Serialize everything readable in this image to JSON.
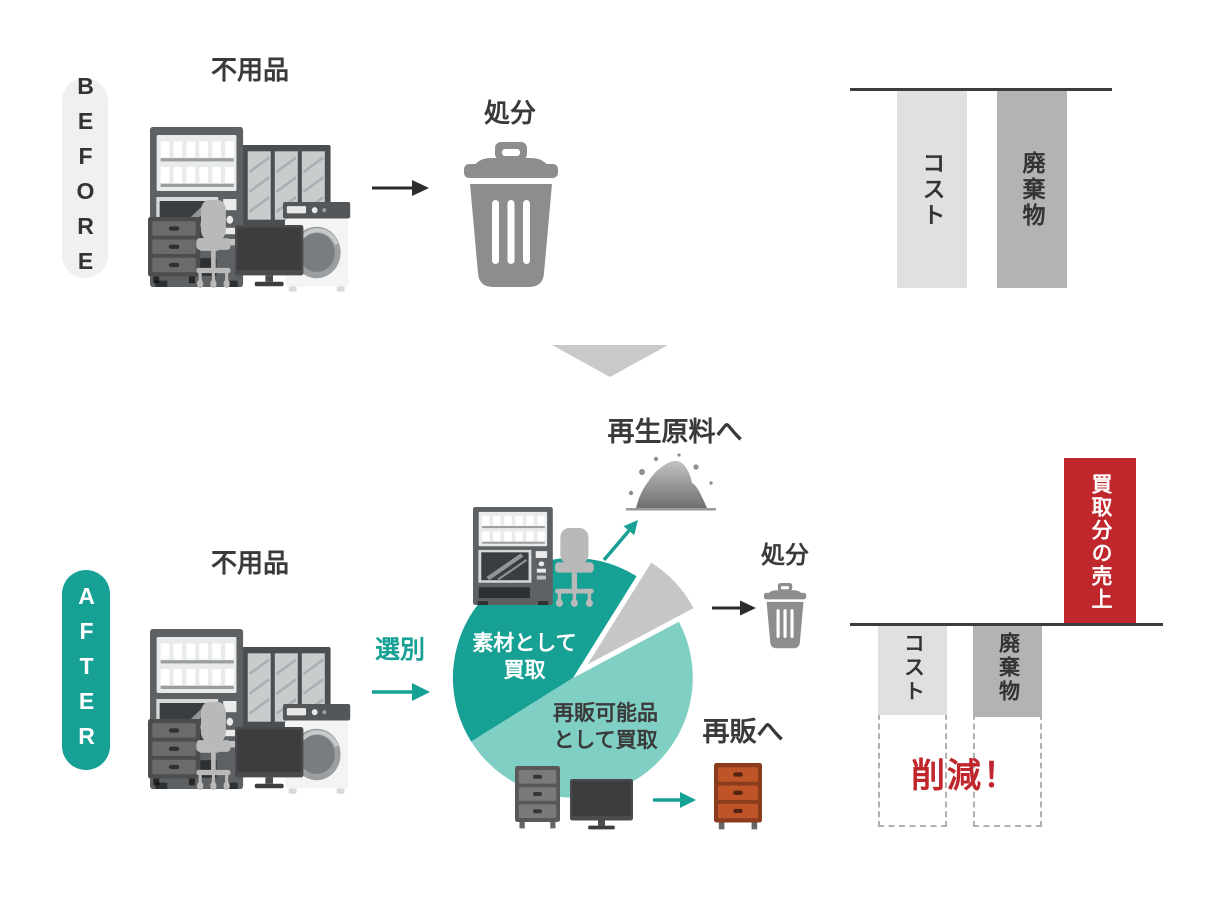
{
  "title": "不用品処分のBEFORE/AFTER比較図",
  "colors": {
    "teal": "#17a094",
    "teal_light": "#80cfc5",
    "gray_wedge": "#c6c6c6",
    "red_accent": "#c0272d",
    "bar_light_gray": "#e0e0e0",
    "bar_mid_gray": "#b3b3b3",
    "badge_gray_bg": "#f0f0f0",
    "line_dark": "#3d3d3d",
    "trash_gray": "#8d8d8d"
  },
  "before": {
    "badge": "BEFORE",
    "items_label": "不用品",
    "disposal_label": "処分",
    "icons": [
      "unused-items-pile",
      "arrow-right",
      "trash-can"
    ],
    "chart": {
      "bars": [
        {
          "label": "コスト",
          "color": "#e0e0e0",
          "relative_height": 1.0
        },
        {
          "label": "廃棄物",
          "color": "#b3b3b3",
          "relative_height": 1.0
        }
      ]
    }
  },
  "after": {
    "badge": "AFTER",
    "items_label": "不用品",
    "sorting_label": "選別",
    "recycle_label": "再生原料へ",
    "disposal_label": "処分",
    "resale_label": "再販へ",
    "pie": {
      "material_line1": "素材として",
      "material_line2": "買取",
      "resale_line1": "再販可能品",
      "resale_line2": "として買取",
      "segments": [
        {
          "label": "素材として買取",
          "color": "#17a094",
          "share": 0.43
        },
        {
          "label": "再販可能品として買取",
          "color": "#80cfc5",
          "share": 0.49
        },
        {
          "label": "処分",
          "color": "#c6c6c6",
          "share": 0.08,
          "exploded": true
        }
      ]
    },
    "chart": {
      "revenue_label": "買取分の売上",
      "cost_label": "コスト",
      "waste_label": "廃棄物",
      "reduction_label": "削減！",
      "bars": [
        {
          "label": "買取分の売上",
          "color": "#c0272d",
          "above_line": true
        },
        {
          "label": "コスト",
          "color": "#e0e0e0",
          "relative_height": 0.45,
          "ghost_of_before": true
        },
        {
          "label": "廃棄物",
          "color": "#b3b3b3",
          "relative_height": 0.46,
          "ghost_of_before": true
        }
      ]
    }
  },
  "chart_data": [
    {
      "type": "bar",
      "title": "BEFORE: コスト・廃棄物（基準線から下向き）",
      "categories": [
        "コスト",
        "廃棄物"
      ],
      "values": [
        1.0,
        1.0
      ],
      "orientation": "hanging-below-line"
    },
    {
      "type": "pie",
      "title": "AFTER: 選別結果",
      "labels": [
        "素材として買取",
        "再販可能品として買取",
        "処分"
      ],
      "values": [
        0.43,
        0.49,
        0.08
      ]
    },
    {
      "type": "bar",
      "title": "AFTER: 買取分の売上（線上）とコスト・廃棄物の削減（線下）",
      "categories": [
        "買取分の売上",
        "コスト",
        "廃棄物"
      ],
      "values": [
        1.0,
        0.45,
        0.46
      ],
      "annotation": "削減！"
    }
  ]
}
